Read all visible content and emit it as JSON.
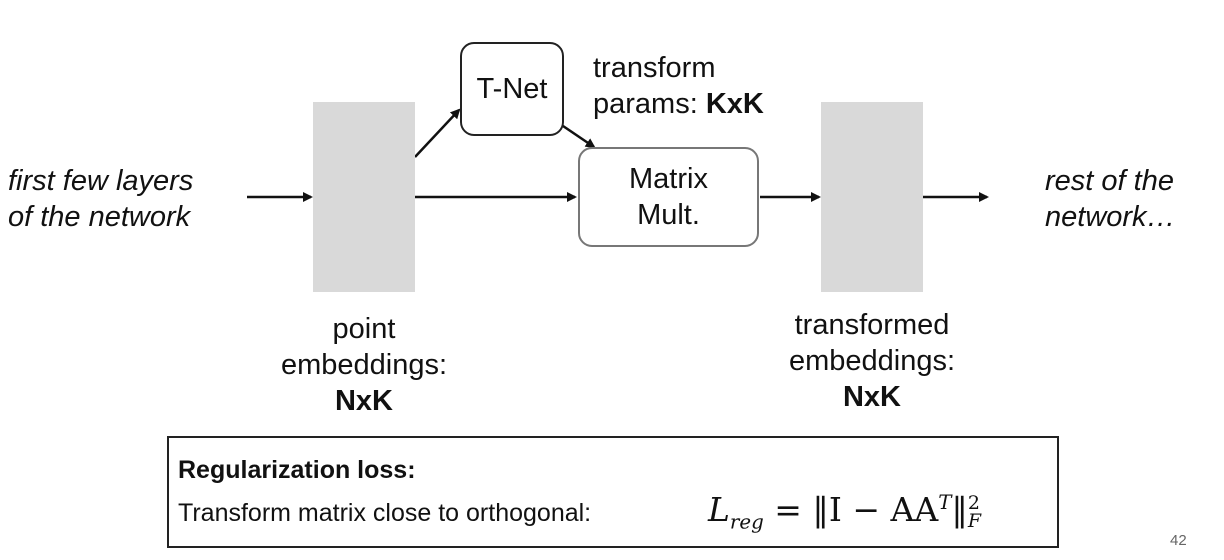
{
  "left_label": [
    "first few layers",
    "of the network"
  ],
  "right_label": [
    "rest of the",
    "network…"
  ],
  "tnet_label": "T-Net",
  "transform_params": {
    "line1": "transform",
    "line2_prefix": "params: ",
    "line2_bold": "KxK"
  },
  "matrix_mult": [
    "Matrix",
    "Mult."
  ],
  "point_embeddings": {
    "line1": "point",
    "line2": "embeddings:",
    "dims": "NxK"
  },
  "transformed_embeddings": {
    "line1": "transformed",
    "line2": "embeddings:",
    "dims": "NxK"
  },
  "loss": {
    "title": "Regularization loss:",
    "description": "Transform matrix close to orthogonal:",
    "formula": {
      "lhs": "L",
      "lhs_sub": "reg",
      "eq": " = ‖I − AA",
      "sup_T": "T",
      "close": "‖",
      "norm_sup": "2",
      "norm_sub": "F"
    }
  },
  "page_number": "42"
}
